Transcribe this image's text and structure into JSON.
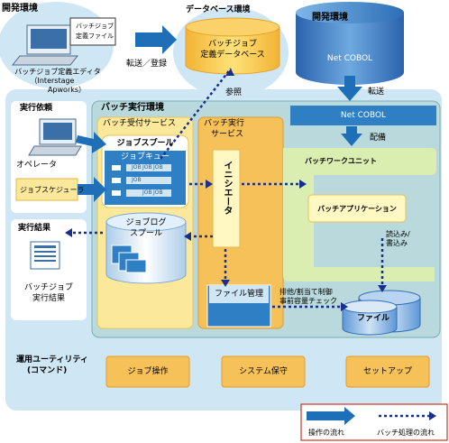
{
  "dev_env_left": {
    "title": "開発環境",
    "doc_label_1": "バッチジョブ",
    "doc_label_2": "定義ファイル",
    "editor_label": "バッチジョブ定義エディタ",
    "editor_sub": "（Interstage",
    "editor_sub2": "Apworks）"
  },
  "transfer_register": "転送／登録",
  "db_env": {
    "title": "データベース環境",
    "db_label_1": "バッチジョブ",
    "db_label_2": "定義データベース"
  },
  "dev_env_right": {
    "title": "開発環境",
    "cobol": "Net COBOL"
  },
  "transfer": "転送",
  "reference": "参照",
  "exec_request": {
    "title": "実行依頼",
    "operator": "オペレータ",
    "scheduler": "ジョブスケジューラ"
  },
  "exec_result": {
    "title": "実行結果",
    "label_1": "バッチジョブ",
    "label_2": "実行結果"
  },
  "batch_env": {
    "title": "バッチ実行環境",
    "reception": "バッチ受付サービス",
    "exec_service_1": "バッチ実行",
    "exec_service_2": "サービス",
    "net_cobol": "Net COBOL",
    "deploy": "配備",
    "work_unit": "バッチワークユニット",
    "application": "バッチアプリケーション",
    "rw_1": "読込み/",
    "rw_2": "書込み",
    "job_spool": "ジョブスプール",
    "job_queue": "ジョブキュー",
    "job_tag": "JOB",
    "job_log_1": "ジョブログ",
    "job_log_2": "スプール",
    "initiator": "イニシエータ",
    "file_mgmt": "ファイル管理",
    "excl_1": "排他/割当て制御",
    "excl_2": "事前容量チェック",
    "file": "ファイル"
  },
  "ops": {
    "title_1": "運用ユーティリティ",
    "title_2": "(コマンド)",
    "job_op": "ジョブ操作",
    "sys_maint": "システム保守",
    "setup": "セットアップ"
  },
  "legend": {
    "op_flow": "操作の流れ",
    "batch_flow": "バッチ処理の流れ"
  },
  "colors": {
    "frame_blue": "#cfe6f4",
    "frame_teal": "#b9d9dc",
    "reception_yellow": "#fce89a",
    "exec_orange": "#f7c15a",
    "green_unit": "#d9eeb0",
    "arrow_blue": "#1f6fb8",
    "legend_red": "#c8352b"
  }
}
